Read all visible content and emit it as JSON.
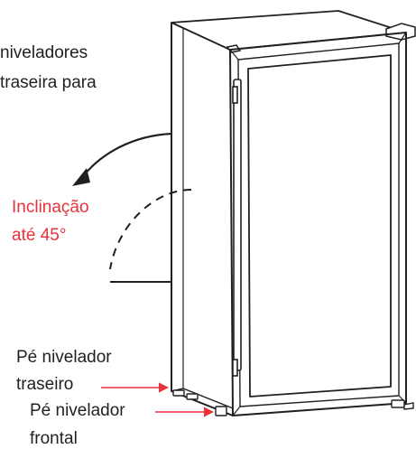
{
  "instruction": {
    "line1": "niveladores",
    "line2": "traseira para"
  },
  "tilt": {
    "line1": "Inclinação",
    "line2": "até 45°",
    "color": "#e8323c"
  },
  "rear_foot": {
    "line1": "Pé nivelador",
    "line2": "traseiro"
  },
  "front_foot": {
    "line1": "Pé nivelador",
    "line2": "frontal"
  },
  "colors": {
    "line": "#231f20",
    "accent": "#e8323c"
  }
}
